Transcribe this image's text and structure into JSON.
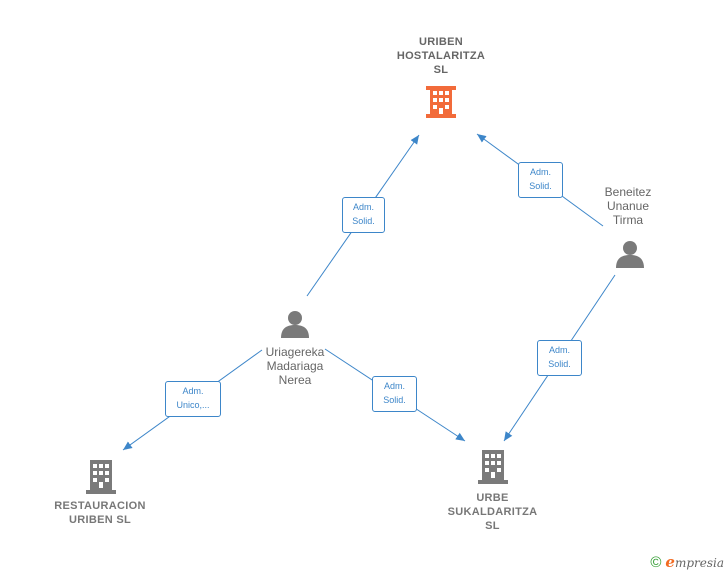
{
  "nodes": {
    "main_company": {
      "label": "URIBEN\nHOSTALARITZA\nSL",
      "color": "#f26b3a"
    },
    "person_beneitez": {
      "label": "Beneitez\nUnanue\nTirma"
    },
    "person_uriagereka": {
      "label": "Uriagereka\nMadariaga\nNerea"
    },
    "company_restauracion": {
      "label": "RESTAURACION\nURIBEN SL"
    },
    "company_urbe": {
      "label": "URBE\nSUKALDARITZA\nSL"
    }
  },
  "edges": {
    "uriagereka_to_main": "Adm.\nSolid.",
    "beneitez_to_main": "Adm.\nSolid.",
    "uriagereka_to_restauracion": "Adm.\nUnico,...",
    "uriagereka_to_urbe": "Adm.\nSolid.",
    "beneitez_to_urbe": "Adm.\nSolid."
  },
  "colors": {
    "edge": "#3d86c9",
    "icon_gray": "#7a7a7a",
    "main_company": "#f26b3a"
  },
  "footer": {
    "copyright_symbol": "©",
    "brand_initial": "e",
    "brand_rest": "mpresia"
  }
}
